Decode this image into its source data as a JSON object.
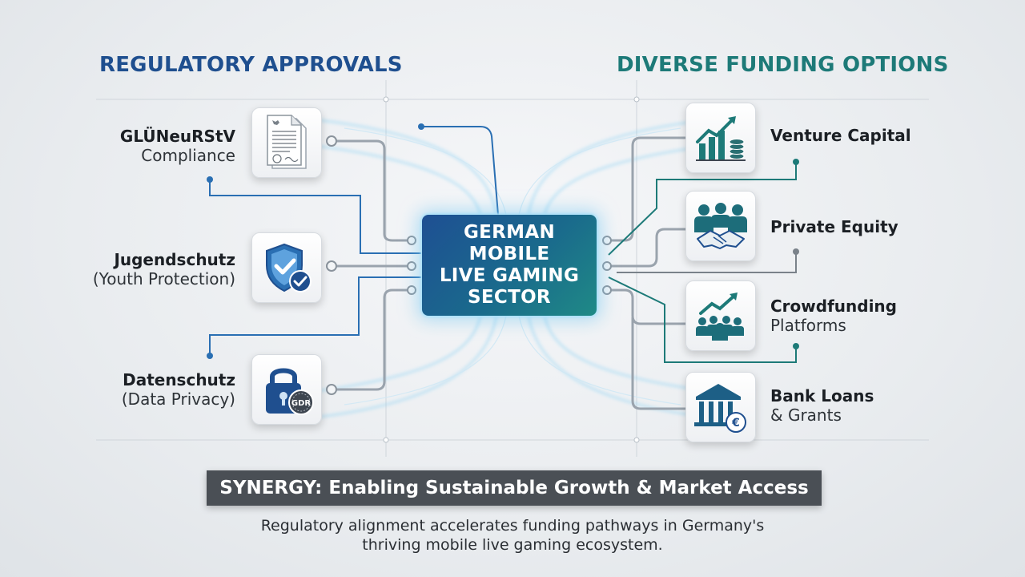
{
  "titles": {
    "left": "REGULATORY APPROVALS",
    "right": "DIVERSE FUNDING OPTIONS"
  },
  "center": {
    "line1": "GERMAN",
    "line2": "MOBILE",
    "line3": "LIVE GAMING",
    "line4": "SECTOR"
  },
  "regulatory": [
    {
      "line1": "GLÜNeuRStV",
      "line2": "Compliance",
      "icon": "document-icon"
    },
    {
      "line1": "Jugendschutz",
      "line2": "(Youth Protection)",
      "icon": "shield-check-icon"
    },
    {
      "line1": "Datenschutz",
      "line2": "(Data Privacy)",
      "icon": "padlock-gdpr-icon",
      "badge": "GDR"
    }
  ],
  "funding": [
    {
      "line1": "Venture Capital",
      "line2": "",
      "icon": "growth-chart-icon"
    },
    {
      "line1": "Private Equity",
      "line2": "",
      "icon": "handshake-icon"
    },
    {
      "line1": "Crowdfunding",
      "line2": "Platforms",
      "icon": "crowd-growth-icon"
    },
    {
      "line1": "Bank Loans",
      "line2": "& Grants",
      "icon": "bank-euro-icon",
      "badge": "€"
    }
  ],
  "synergy": "SYNERGY: Enabling Sustainable Growth & Market Access",
  "caption": {
    "line1": "Regulatory alignment accelerates funding pathways in Germany's",
    "line2": "thriving mobile live gaming ecosystem."
  },
  "colors": {
    "left_accent": "#1f4f8f",
    "right_accent": "#1d7a78",
    "synergy_bar": "#4a4f55",
    "wire": "#9aa3ad",
    "glow": "#8fd3f4"
  }
}
